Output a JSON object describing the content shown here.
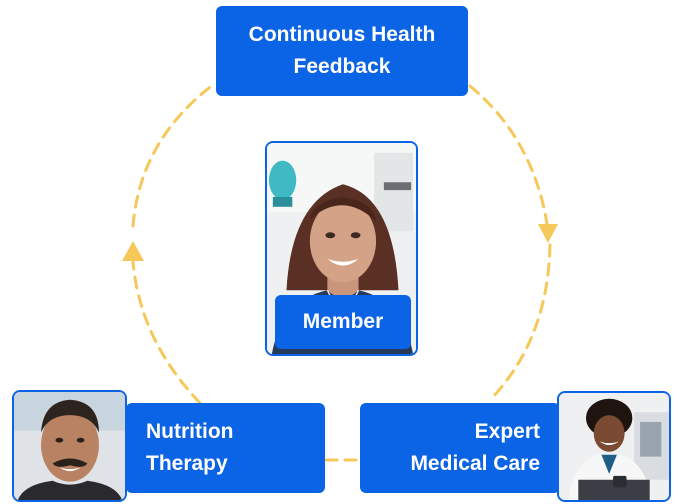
{
  "nodes": {
    "top": {
      "line1": "Continuous Health",
      "line2": "Feedback"
    },
    "left": {
      "line1": "Nutrition",
      "line2": "Therapy"
    },
    "right": {
      "line1": "Expert",
      "line2": "Medical Care"
    },
    "center": {
      "label": "Member"
    }
  },
  "colors": {
    "box_fill": "#0b63e5",
    "box_text": "#ffffff",
    "cycle_stroke": "#f6c85a"
  },
  "icons": [
    "arrow-down-icon",
    "arrow-up-icon"
  ]
}
